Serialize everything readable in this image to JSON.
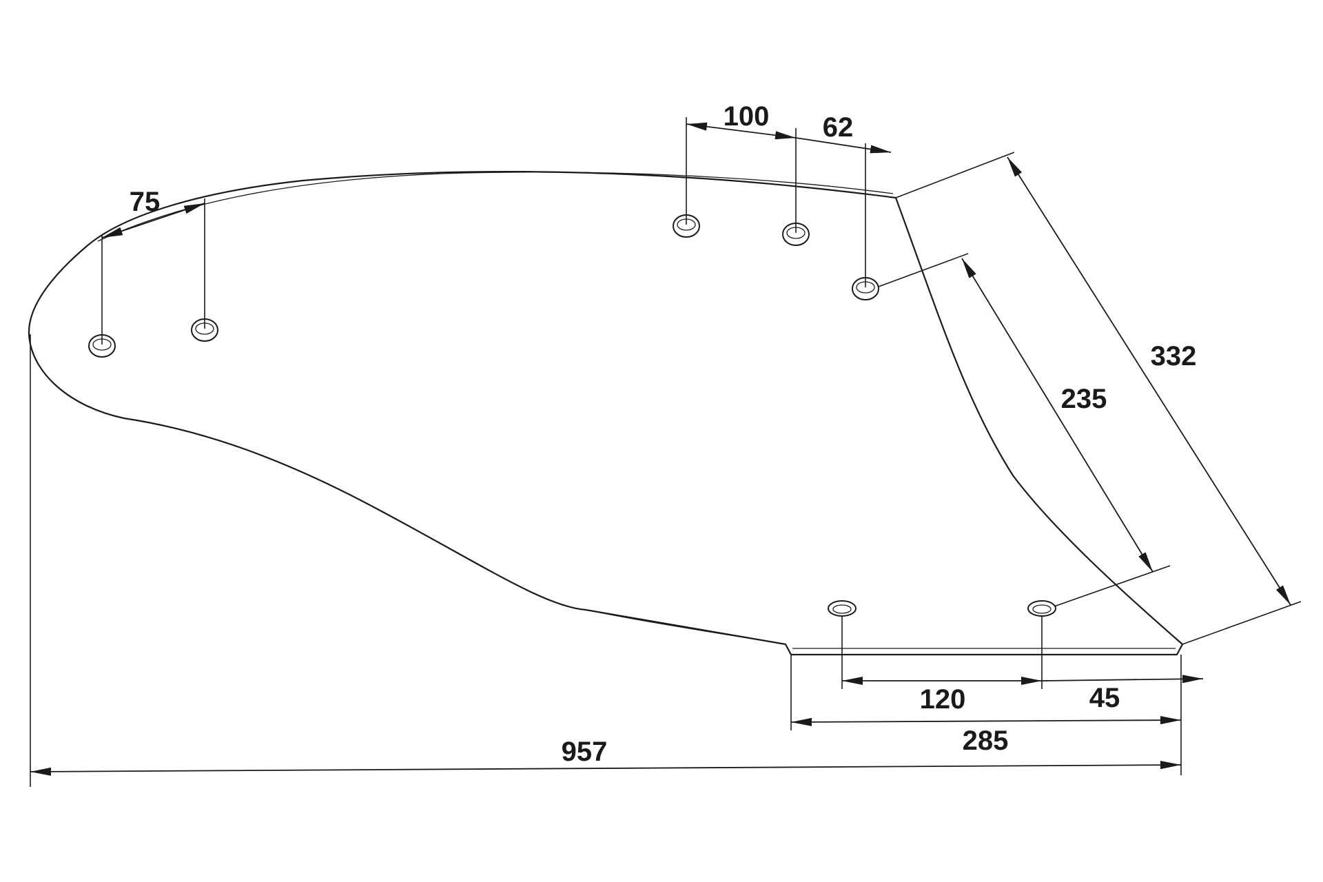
{
  "dimensions": {
    "d75": "75",
    "d100": "100",
    "d62": "62",
    "d332": "332",
    "d235": "235",
    "d120": "120",
    "d45": "45",
    "d285": "285",
    "d957": "957"
  },
  "colors": {
    "line": "#1a1a1a",
    "background": "#ffffff"
  }
}
